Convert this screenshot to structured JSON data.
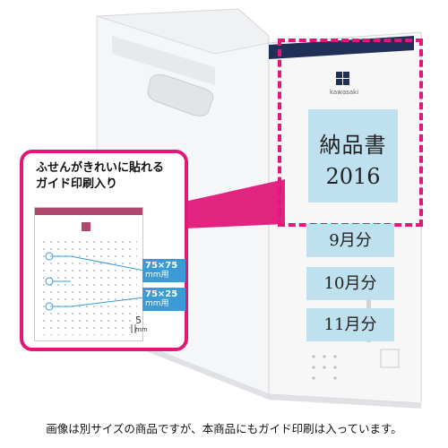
{
  "callout": {
    "title_line1": "ふせんがきれいに貼れる",
    "title_line2": "ガイド印刷入り",
    "tag1_size": "75×75",
    "tag1_unit": "mm用",
    "tag2_size": "75×25",
    "tag2_unit": "mm用",
    "dimension_value": "5",
    "dimension_unit": "mm"
  },
  "box": {
    "brand_logo_text": "kawasaki",
    "label_line1": "納品書",
    "label_line2": "2016",
    "notes": [
      "9月分",
      "10月分",
      "11月分"
    ]
  },
  "caption": "画像は別サイズの商品ですが、本商品にもガイド印刷は入っています。",
  "colors": {
    "accent_magenta": "#e0187a",
    "navy_band": "#1f2f56",
    "sticky_note_blue": "#bfe0ee",
    "box_white": "#f7f7f7"
  }
}
